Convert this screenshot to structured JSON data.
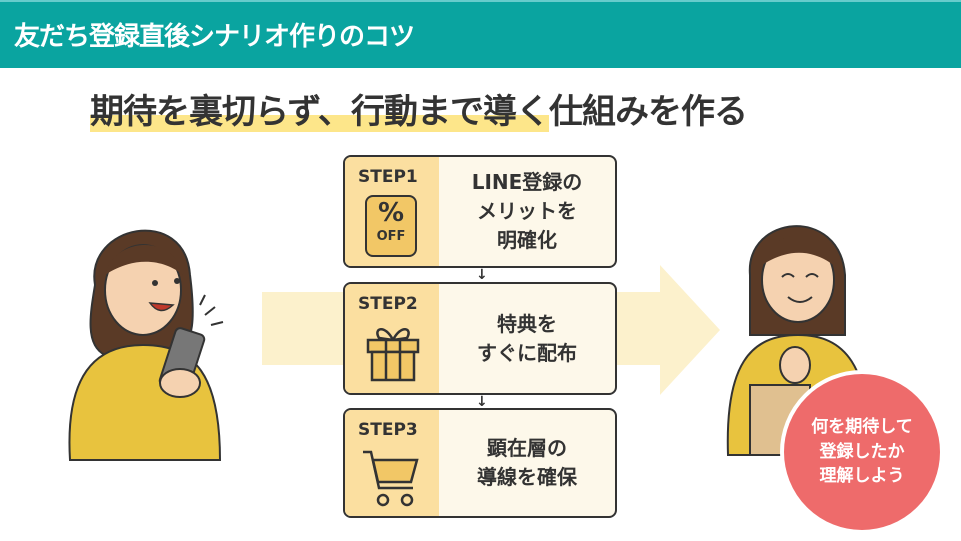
{
  "header": {
    "title": "友だち登録直後シナリオ作りのコツ"
  },
  "headline": {
    "highlighted": "期待を裏切らず、行動まで導く",
    "rest": "仕組みを作る"
  },
  "steps": [
    {
      "label": "STEP1",
      "icon": "percent-off-coupon-icon",
      "icon_text": {
        "symbol": "%",
        "sub": "OFF"
      },
      "text": "LINE登録の\nメリットを\n明確化"
    },
    {
      "label": "STEP2",
      "icon": "gift-icon",
      "text": "特典を\nすぐに配布"
    },
    {
      "label": "STEP3",
      "icon": "shopping-cart-icon",
      "text": "顕在層の\n導線を確保"
    }
  ],
  "badge": {
    "text": "何を期待して\n登録したか\n理解しよう"
  },
  "colors": {
    "teal": "#0aa4a0",
    "highlight": "#fde68a",
    "step_left": "#fbdfa0",
    "step_right": "#fdf8ea",
    "arrow": "#fcf1cc",
    "badge": "#ee6b6b",
    "shirt": "#e8c33e"
  }
}
